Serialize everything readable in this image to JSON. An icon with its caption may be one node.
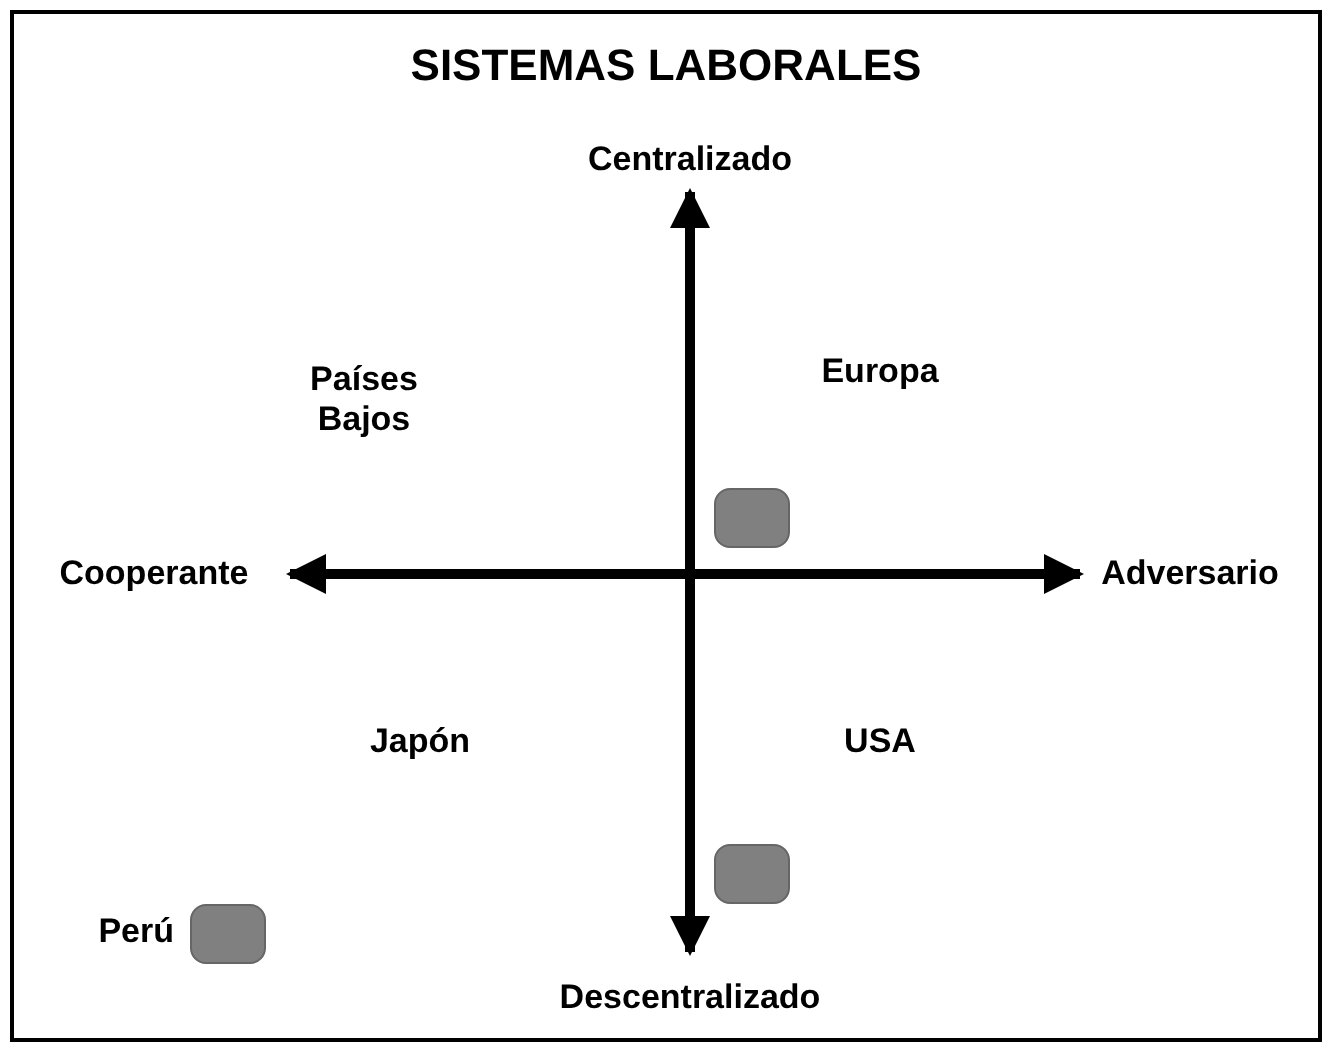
{
  "diagram": {
    "title": "SISTEMAS LABORALES",
    "nodes": [
      {
        "text": [],
        "shape": "box"
      },
      {
        "text": [],
        "shape": "box"
      },
      {
        "text": [],
        "shape": "box",
        "beside": [
          "Perú"
        ]
      }
    ],
    "labels": [
      "Centralizado",
      "Países Bajos",
      "Europa",
      "Cooperante",
      "Adversario",
      "Japón",
      "USA",
      "Descentralizado"
    ]
  }
}
